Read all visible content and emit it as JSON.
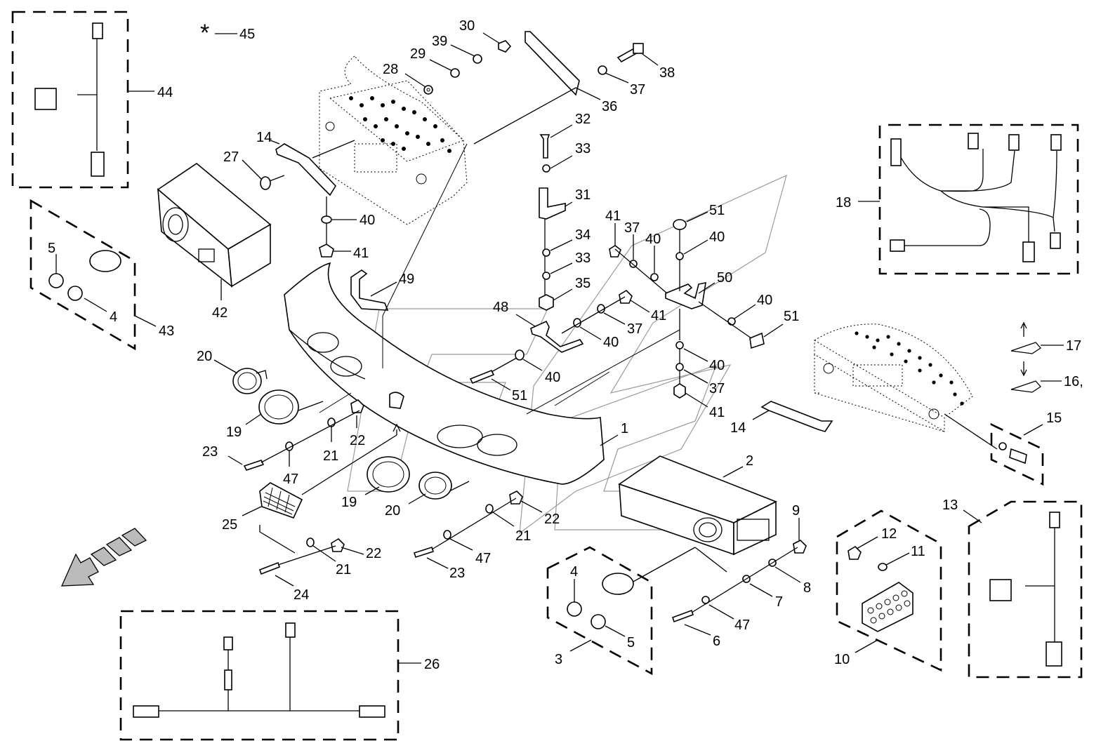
{
  "diagram": {
    "legend_mark": "*",
    "labels": {
      "p1": "1",
      "p2": "2",
      "p3": "3",
      "p4a": "4",
      "p4b": "4",
      "p5a": "5",
      "p5b": "5",
      "p6": "6",
      "p7": "7",
      "p8": "8",
      "p9": "9",
      "p10": "10",
      "p11": "11",
      "p12": "12",
      "p13": "13",
      "p14a": "14",
      "p14b": "14",
      "p15": "15",
      "p16": "16,",
      "p17": "17",
      "p18": "18",
      "p19a": "19",
      "p19b": "19",
      "p20a": "20",
      "p20b": "20",
      "p21a": "21",
      "p21b": "21",
      "p21c": "21",
      "p22a": "22",
      "p22b": "22",
      "p22c": "22",
      "p23a": "23",
      "p23b": "23",
      "p24": "24",
      "p25": "25",
      "p26": "26",
      "p27": "27",
      "p28": "28",
      "p29": "29",
      "p30": "30",
      "p31": "31",
      "p32": "32",
      "p33a": "33",
      "p33b": "33",
      "p34": "34",
      "p35": "35",
      "p36": "36",
      "p37a": "37",
      "p37b": "37",
      "p37c": "37",
      "p37d": "37",
      "p38": "38",
      "p39": "39",
      "p40a": "40",
      "p40b": "40",
      "p40c": "40",
      "p40d": "40",
      "p40e": "40",
      "p40f": "40",
      "p40g": "40",
      "p41a": "41",
      "p41b": "41",
      "p41c": "41",
      "p41d": "41",
      "p42": "42",
      "p43": "43",
      "p44": "44",
      "p45": "45",
      "p47a": "47",
      "p47b": "47",
      "p47c": "47",
      "p48": "48",
      "p49": "49",
      "p50": "50",
      "p51a": "51",
      "p51b": "51",
      "p51c": "51"
    }
  }
}
